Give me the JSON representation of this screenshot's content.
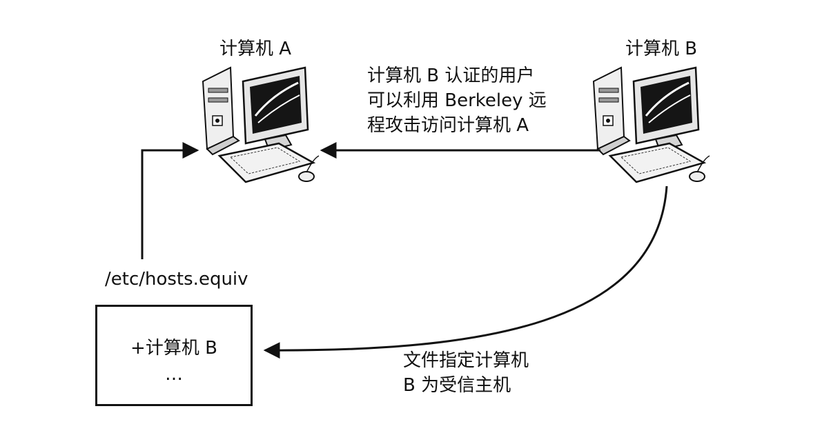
{
  "computer_a": {
    "label": "计算机 A"
  },
  "computer_b": {
    "label": "计算机 B"
  },
  "attack_note": {
    "lines": [
      "计算机 B 认证的用户",
      "可以利用 Berkeley 远",
      "程攻击访问计算机 A"
    ]
  },
  "hosts_file": {
    "path": "/etc/hosts.equiv",
    "entries": [
      "+计算机 B",
      "…"
    ]
  },
  "trust_note": {
    "lines": [
      "文件指定计算机",
      "B 为受信主机"
    ]
  },
  "colors": {
    "stroke": "#111111",
    "screen": "#151515",
    "case": "#e9e9e9"
  }
}
